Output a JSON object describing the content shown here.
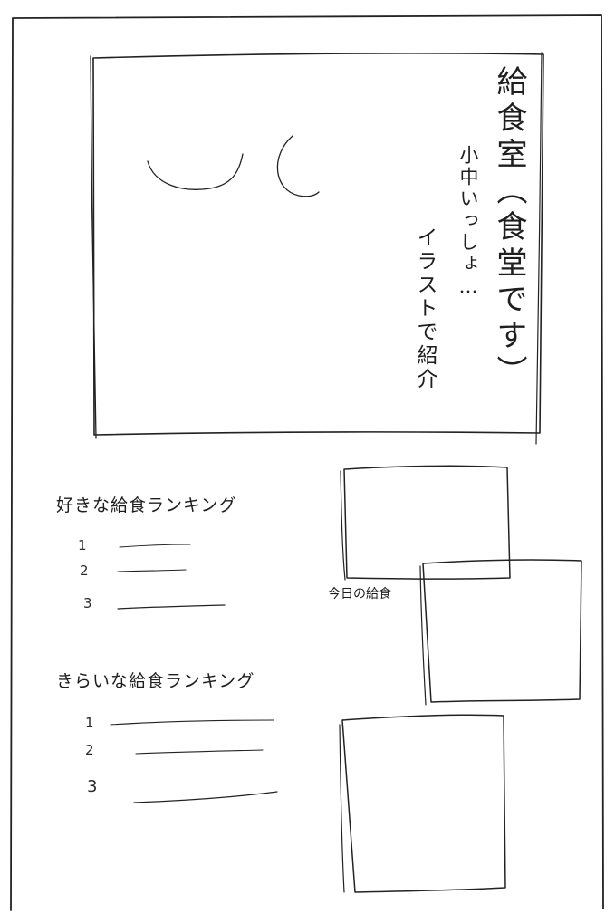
{
  "hero": {
    "title": "給食室",
    "subtitle": "（食堂です）",
    "note": "小中いっしょ…",
    "illustration_note": "イラストで紹介"
  },
  "rankings": {
    "favorite": {
      "title": "好きな給食ランキング",
      "items": [
        "1",
        "2",
        "3"
      ]
    },
    "disliked": {
      "title": "きらいな給食ランキング",
      "items": [
        "1",
        "2",
        "3"
      ]
    }
  },
  "today": {
    "label": "今日の給食"
  }
}
